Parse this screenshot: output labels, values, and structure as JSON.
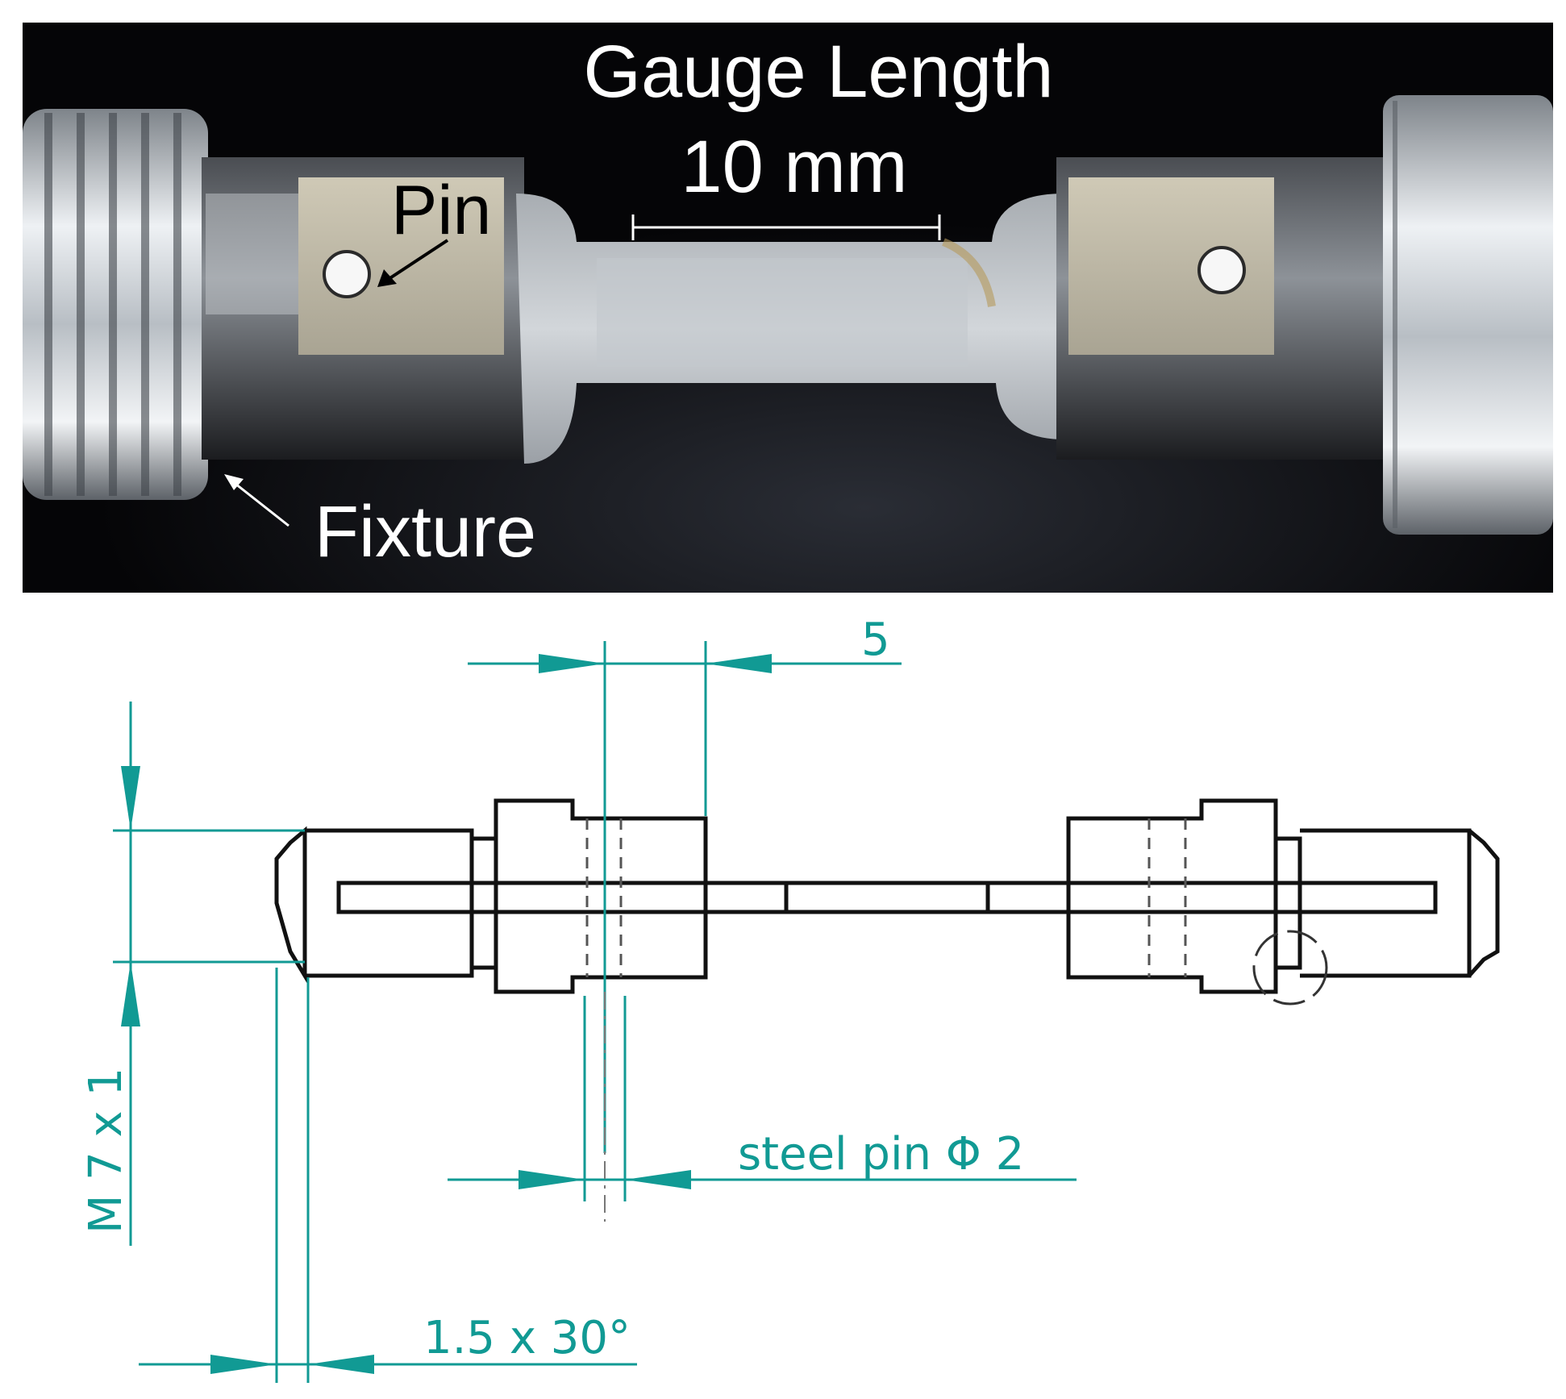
{
  "photo": {
    "title_line1": "Gauge Length",
    "title_line2": "10 mm",
    "pin_label": "Pin",
    "fixture_label": "Fixture"
  },
  "drawing": {
    "dim_top": "5",
    "dim_thread": "M 7 x 1",
    "dim_pin": "steel pin Φ  2",
    "dim_chamfer": "1.5  x 30°"
  },
  "colors": {
    "dimension": "#119a94",
    "outline": "#111111",
    "photo_background": "#050507",
    "metal_light": "#d9dde2",
    "label_dark": "#000000",
    "label_light": "#ffffff"
  }
}
